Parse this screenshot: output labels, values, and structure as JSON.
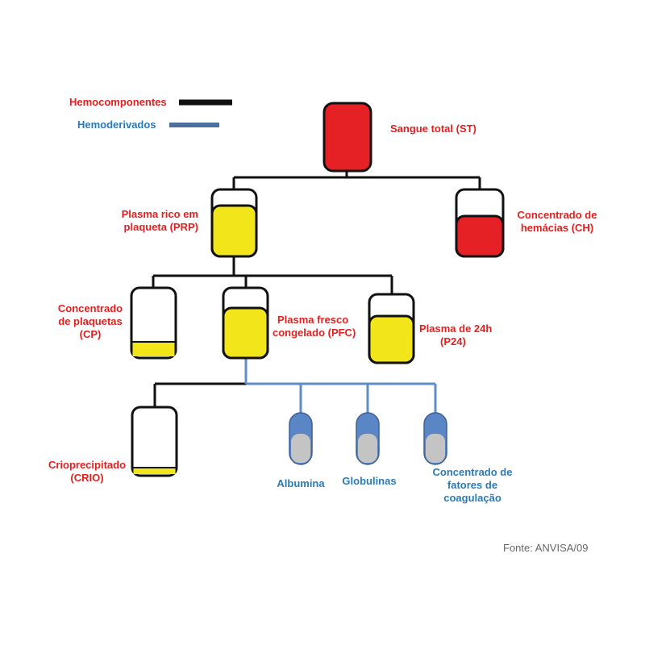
{
  "legend": {
    "hemocomponentes": "Hemocomponentes",
    "hemoderivados": "Hemoderivados"
  },
  "nodes": {
    "st": "Sangue total (ST)",
    "prp": [
      "Plasma rico em",
      "plaqueta (PRP)"
    ],
    "ch": [
      "Concentrado de",
      "hemácias (CH)"
    ],
    "cp": [
      "Concentrado",
      "de plaquetas",
      "(CP)"
    ],
    "pfc": [
      "Plasma fresco",
      "congelado (PFC)"
    ],
    "p24": [
      "Plasma de 24h",
      "(P24)"
    ],
    "crio": [
      "Crioprecipitado",
      "(CRIO)"
    ],
    "albumina": "Albumina",
    "globulinas": "Globulinas",
    "fatores": [
      "Concentrado de",
      "fatores de",
      "coagulação"
    ]
  },
  "source": "Fonte: ANVISA/09",
  "colors": {
    "hemocomponente_text": "#e3201f",
    "hemoderivado_text": "#2a7ab8",
    "blood_red": "#e52125",
    "plasma_yellow": "#f2e51a",
    "vial_blue": "#5b86c5",
    "vial_gray": "#c4c4c4",
    "hemoderivado_line": "#5f8dc7",
    "hemocomponente_line": "#111111"
  }
}
